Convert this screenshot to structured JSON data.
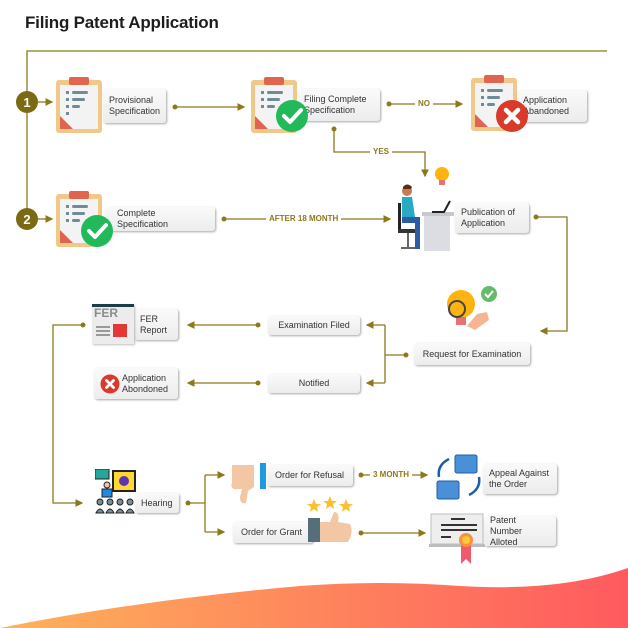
{
  "title": "Filing Patent Application",
  "steps": {
    "step1": "1",
    "step2": "2"
  },
  "nodes": {
    "provisional": "Provisional Specification",
    "filing_complete": "Filing Complete Specification",
    "abandoned_top": "Application Abandoned",
    "complete_spec": "Complete Specification",
    "publication": "Publication of Application",
    "request_exam": "Request for Examination",
    "exam_filed": "Examination Filed",
    "notified": "Notified",
    "fer_report": "FER Report",
    "abandoned_mid": "Application Abondoned",
    "hearing": "Hearing",
    "order_refusal": "Order for Refusal",
    "order_grant": "Order for Grant",
    "appeal": "Appeal Against the Order",
    "patent_number": "Patent Number Alloted"
  },
  "edge_labels": {
    "no": "NO",
    "yes": "YES",
    "after18": "AFTER 18 MONTH",
    "three_month": "3 MONTH"
  },
  "icons": {
    "fer_text": "FER"
  },
  "colors": {
    "line": "#8a7a1c",
    "step_circle": "#7a6a12",
    "check": "#22b95b",
    "cross": "#d93a2b",
    "wave_start": "#fdb25a",
    "wave_end": "#ff5a5f"
  }
}
